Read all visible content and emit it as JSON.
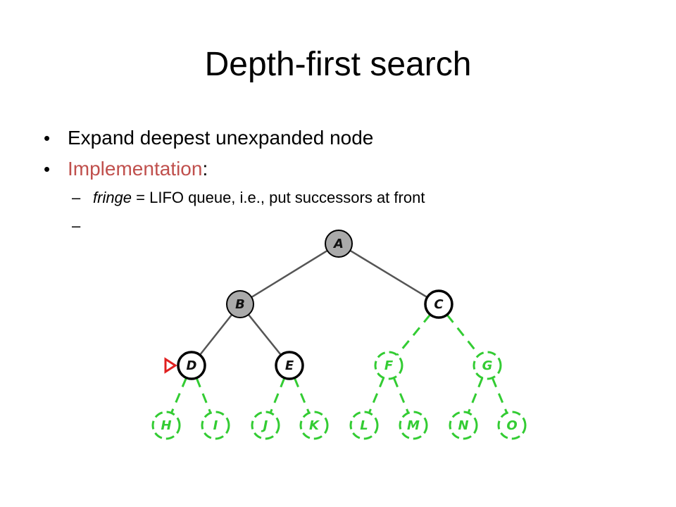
{
  "slide": {
    "title": "Depth-first search",
    "bullets": [
      {
        "text": "Expand deepest unexpanded node"
      },
      {
        "highlight": "Implementation",
        "suffix": ":"
      }
    ],
    "sub_bullets": [
      {
        "dash": "–",
        "emphasis": "fringe",
        "text": " = LIFO queue, i.e., put successors at front"
      },
      {
        "dash": "–",
        "text": ""
      }
    ]
  },
  "tree": {
    "colors": {
      "expanded_fill": "#aaaaaa",
      "frontier_fill": "#ffffff",
      "unexplored_stroke": "#33cc33",
      "edge_dark": "#555555",
      "current_marker": "#e02020"
    },
    "nodes": [
      {
        "id": "A",
        "label": "A",
        "state": "expanded"
      },
      {
        "id": "B",
        "label": "B",
        "state": "expanded"
      },
      {
        "id": "C",
        "label": "C",
        "state": "frontier"
      },
      {
        "id": "D",
        "label": "D",
        "state": "current"
      },
      {
        "id": "E",
        "label": "E",
        "state": "frontier"
      },
      {
        "id": "F",
        "label": "F",
        "state": "unexplored"
      },
      {
        "id": "G",
        "label": "G",
        "state": "unexplored"
      },
      {
        "id": "H",
        "label": "H",
        "state": "unexplored"
      },
      {
        "id": "I",
        "label": "I",
        "state": "unexplored"
      },
      {
        "id": "J",
        "label": "J",
        "state": "unexplored"
      },
      {
        "id": "K",
        "label": "K",
        "state": "unexplored"
      },
      {
        "id": "L",
        "label": "L",
        "state": "unexplored"
      },
      {
        "id": "M",
        "label": "M",
        "state": "unexplored"
      },
      {
        "id": "N",
        "label": "N",
        "state": "unexplored"
      },
      {
        "id": "O",
        "label": "O",
        "state": "unexplored"
      }
    ],
    "edges": [
      {
        "from": "A",
        "to": "B"
      },
      {
        "from": "A",
        "to": "C"
      },
      {
        "from": "B",
        "to": "D"
      },
      {
        "from": "B",
        "to": "E"
      },
      {
        "from": "C",
        "to": "F"
      },
      {
        "from": "C",
        "to": "G"
      },
      {
        "from": "D",
        "to": "H"
      },
      {
        "from": "D",
        "to": "I"
      },
      {
        "from": "E",
        "to": "J"
      },
      {
        "from": "E",
        "to": "K"
      },
      {
        "from": "F",
        "to": "L"
      },
      {
        "from": "F",
        "to": "M"
      },
      {
        "from": "G",
        "to": "N"
      },
      {
        "from": "G",
        "to": "O"
      }
    ]
  }
}
